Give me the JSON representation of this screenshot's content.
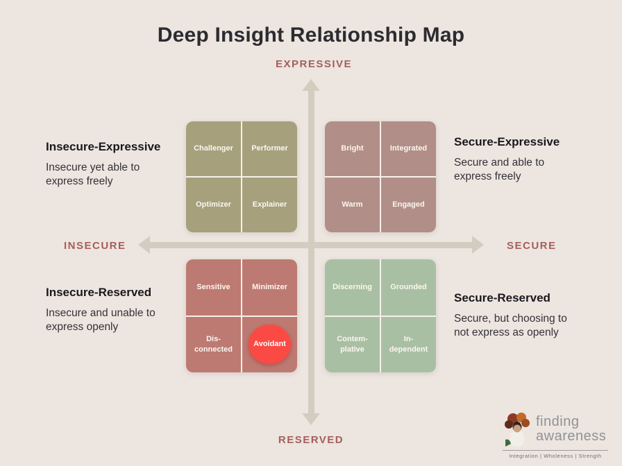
{
  "title": "Deep Insight Relationship Map",
  "axis": {
    "top": "EXPRESSIVE",
    "bottom": "RESERVED",
    "left": "INSECURE",
    "right": "SECURE"
  },
  "colors": {
    "background": "#ede5df",
    "axis_label": "#a55e5d",
    "arrow": "#d5ccc1",
    "insecure_expressive": "#a6a07c",
    "secure_expressive": "#b28e88",
    "insecure_reserved": "#bd7a72",
    "secure_reserved": "#a9bfa3",
    "avoidant_highlight": "#fb4a43"
  },
  "quadrants": {
    "insecure_expressive": {
      "heading": "Insecure-Expressive",
      "description": "Insecure yet able to express freely",
      "color": "#a6a07c",
      "cells": [
        "Challenger",
        "Performer",
        "Optimizer",
        "Explainer"
      ]
    },
    "secure_expressive": {
      "heading": "Secure-Expressive",
      "description": "Secure and able to express freely",
      "color": "#b28e88",
      "cells": [
        "Bright",
        "Integrated",
        "Warm",
        "Engaged"
      ]
    },
    "insecure_reserved": {
      "heading": "Insecure-Reserved",
      "description": "Insecure and unable to express openly",
      "color": "#bd7a72",
      "cells": [
        "Sensitive",
        "Minimizer",
        "Dis-connected",
        "Avoidant"
      ],
      "highlighted_cell": "Avoidant",
      "highlight_color": "#fb4a43"
    },
    "secure_reserved": {
      "heading": "Secure-Reserved",
      "description": "Secure, but choosing to not express as openly",
      "color": "#a9bfa3",
      "cells": [
        "Discerning",
        "Grounded",
        "Contem-plative",
        "In-dependent"
      ]
    }
  },
  "logo": {
    "line1": "finding",
    "line2": "awareness",
    "tagline": "Integration | Wholeness | Strength"
  }
}
